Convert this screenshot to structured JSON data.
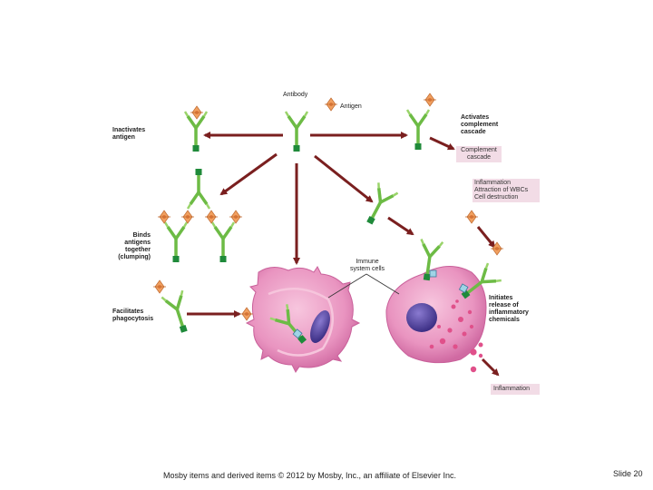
{
  "labels": {
    "antibody": "Antibody",
    "antigen": "Antigen",
    "inactivates": [
      "Inactivates",
      "antigen"
    ],
    "activates": [
      "Activates",
      "complement",
      "cascade"
    ],
    "binds": [
      "Binds",
      "antigens",
      "together",
      "(clumping)"
    ],
    "facilitates": [
      "Facilitates",
      "phagocytosis"
    ],
    "immune": [
      "Immune",
      "system cells"
    ],
    "initiates": [
      "Initiates",
      "release of",
      "inflammatory",
      "chemicals"
    ]
  },
  "boxes": {
    "complement": [
      "Complement",
      "cascade"
    ],
    "effects": [
      "Inflammation",
      "Attraction of WBCs",
      "Cell destruction"
    ],
    "inflammation": "Inflammation"
  },
  "footer": {
    "credit": "Mosby items and derived items © 2012 by Mosby, Inc., an affiliate of Elsevier Inc.",
    "slide": "Slide 20"
  },
  "colors": {
    "antibody": "#6dbb45",
    "antibody_stroke": "#3f8a2a",
    "stem_base": "#1f8a3a",
    "antigen": "#f0a060",
    "arrow": "#7a1f1f",
    "cell": "#e38ab8",
    "nucleus": "#5a4aa0",
    "box": "#f2dce6"
  }
}
